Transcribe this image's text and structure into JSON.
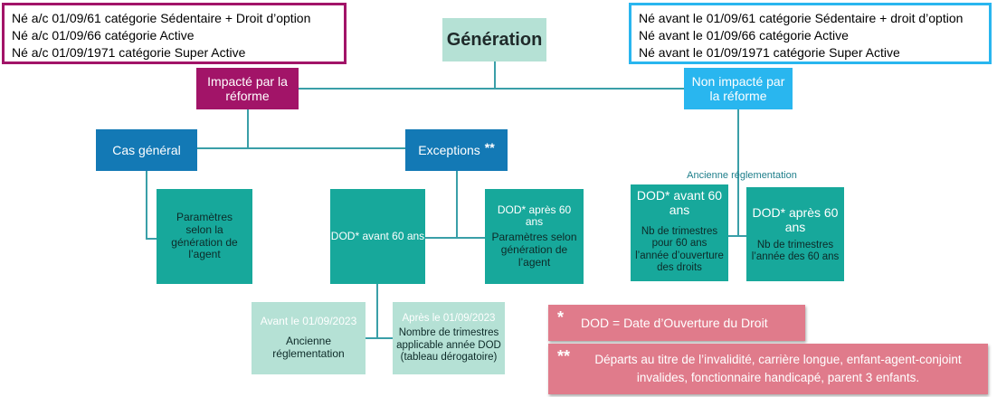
{
  "colors": {
    "magenta": "#a21468",
    "light_blue": "#29b6ef",
    "dark_blue": "#1379b5",
    "teal": "#17a89b",
    "mint": "#b5e1d5",
    "pink": "#e07b8b",
    "connector": "#3a9fa8"
  },
  "legend_left": {
    "lines": [
      "Né a/c 01/09/61 catégorie Sédentaire + Droit d’option",
      "Né a/c 01/09/66 catégorie Active",
      "Né a/c 01/09/1971 catégorie Super Active"
    ]
  },
  "legend_right": {
    "lines": [
      "Né avant le 01/09/61 catégorie Sédentaire + droit d’option",
      "Né avant le 01/09/66 catégorie Active",
      "Né avant le 01/09/1971 catégorie Super Active"
    ]
  },
  "nodes": {
    "root": "Génération",
    "impacted": "Impacté par la réforme",
    "not_impacted": "Non impacté par la réforme",
    "general_case": "Cas général",
    "exceptions": "Exceptions",
    "exceptions_mark": "**",
    "general_params": "Paramètres selon la génération de l’agent",
    "dod_before_60": "DOD* avant 60 ans",
    "dod_after_60_title": "DOD* après 60 ans",
    "dod_after_60_text": "Paramètres selon génération de l’agent",
    "before_2023_title": "Avant le 01/09/2023",
    "before_2023_text": "Ancienne réglementation",
    "after_2023_title": "Après le 01/09/2023",
    "after_2023_text": "Nombre de trimestres applicable année DOD (tableau dérogatoire)",
    "old_regulation_label": "Ancienne réglementation",
    "old_dod_before_title": "DOD* avant 60 ans",
    "old_dod_before_text": "Nb de trimestres pour 60 ans l’année d’ouverture des droits",
    "old_dod_after_title": "DOD* après 60 ans",
    "old_dod_after_text": "Nb de trimestres l’année des 60 ans"
  },
  "notes": {
    "note1_mark": "*",
    "note1_text": "DOD = Date d’Ouverture du Droit",
    "note2_mark": "**",
    "note2_text": "Départs au titre de l’invalidité, carrière longue, enfant-agent-conjoint invalides, fonctionnaire handicapé, parent 3 enfants."
  }
}
